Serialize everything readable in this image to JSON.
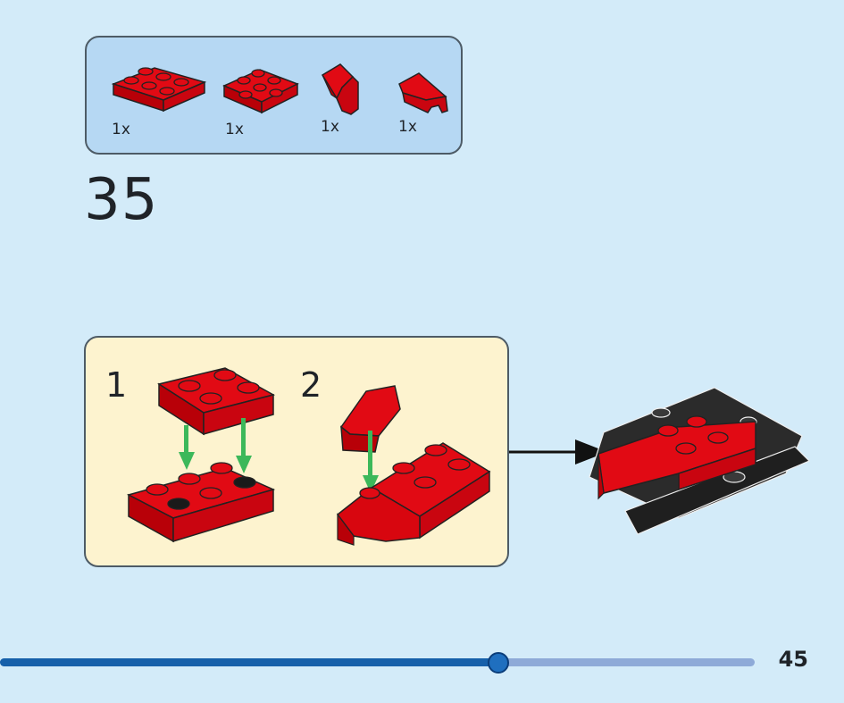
{
  "parts": [
    {
      "name": "plate-2x3",
      "qty": "1x",
      "color": "#e10a14"
    },
    {
      "name": "plate-2x3",
      "qty": "1x",
      "color": "#e10a14"
    },
    {
      "name": "wedge-wing-left",
      "qty": "1x",
      "color": "#e10a14"
    },
    {
      "name": "wedge-wing-right",
      "qty": "1x",
      "color": "#e10a14"
    }
  ],
  "step": {
    "number": "35"
  },
  "substeps": [
    {
      "label": "1"
    },
    {
      "label": "2"
    }
  ],
  "colors": {
    "background": "#d3ebf9",
    "parts_box": "#b6d8f3",
    "substep_box": "#fdf3cf",
    "brick_red": "#e10a14",
    "brick_black": "#2b2b2b",
    "arrow_green": "#3cb85a",
    "progress_fill": "#1660aa",
    "progress_track": "#8eaad8"
  },
  "progress": {
    "value": 0.66
  },
  "page": {
    "number": "45"
  }
}
